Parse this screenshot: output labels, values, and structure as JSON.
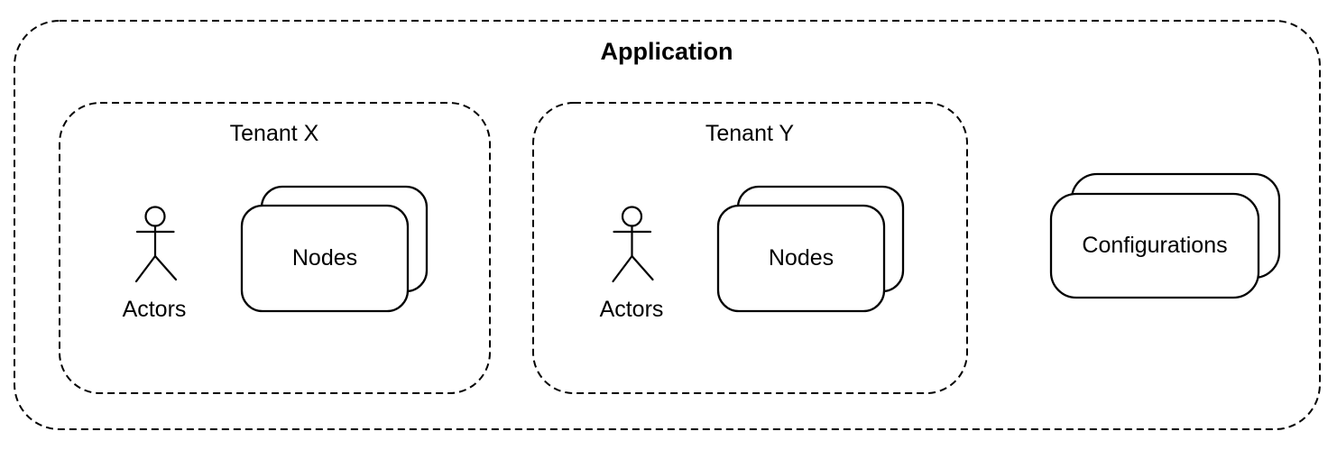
{
  "application": {
    "label": "Application",
    "tenants": [
      {
        "label": "Tenant X",
        "actor_label": "Actors",
        "actor_icon": "stick-figure",
        "nodes_label": "Nodes"
      },
      {
        "label": "Tenant Y",
        "actor_label": "Actors",
        "actor_icon": "stick-figure",
        "nodes_label": "Nodes"
      }
    ],
    "configurations_label": "Configurations"
  },
  "style": {
    "stroke_color": "#000000",
    "background_color": "#ffffff",
    "text_color": "#000000",
    "boundary_border": "dashed",
    "card_border": "solid"
  }
}
